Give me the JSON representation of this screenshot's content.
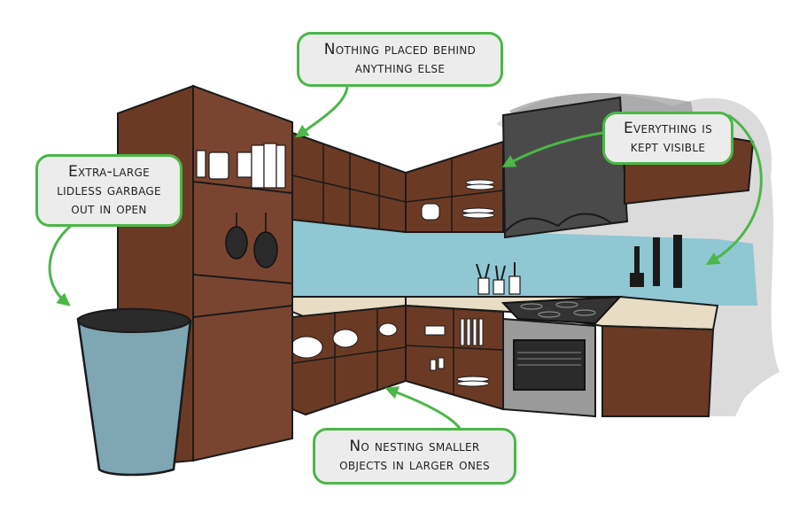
{
  "callouts": {
    "nothing_behind": {
      "line1": "Nothing placed behind",
      "line2": "anything else"
    },
    "everything_visible": {
      "line1": "Everything is",
      "line2": "kept visible"
    },
    "garbage": {
      "line1": "Extra-large",
      "line2": "lidless garbage",
      "line3": "out in open"
    },
    "nesting": {
      "line1": "No nesting smaller",
      "line2": "objects in larger ones"
    }
  },
  "colors": {
    "accent_green": "#4cb648",
    "wood": "#6b3a25",
    "backsplash": "#8fc7d3",
    "counter": "#e8dcc5",
    "hood": "#4a4a4a",
    "bin": "#7fa6b3"
  },
  "icons": [
    "arrow-icon",
    "pan-icon",
    "knife-icon",
    "utensil-jar-icon",
    "bowl-icon",
    "plate-icon",
    "glass-icon"
  ]
}
